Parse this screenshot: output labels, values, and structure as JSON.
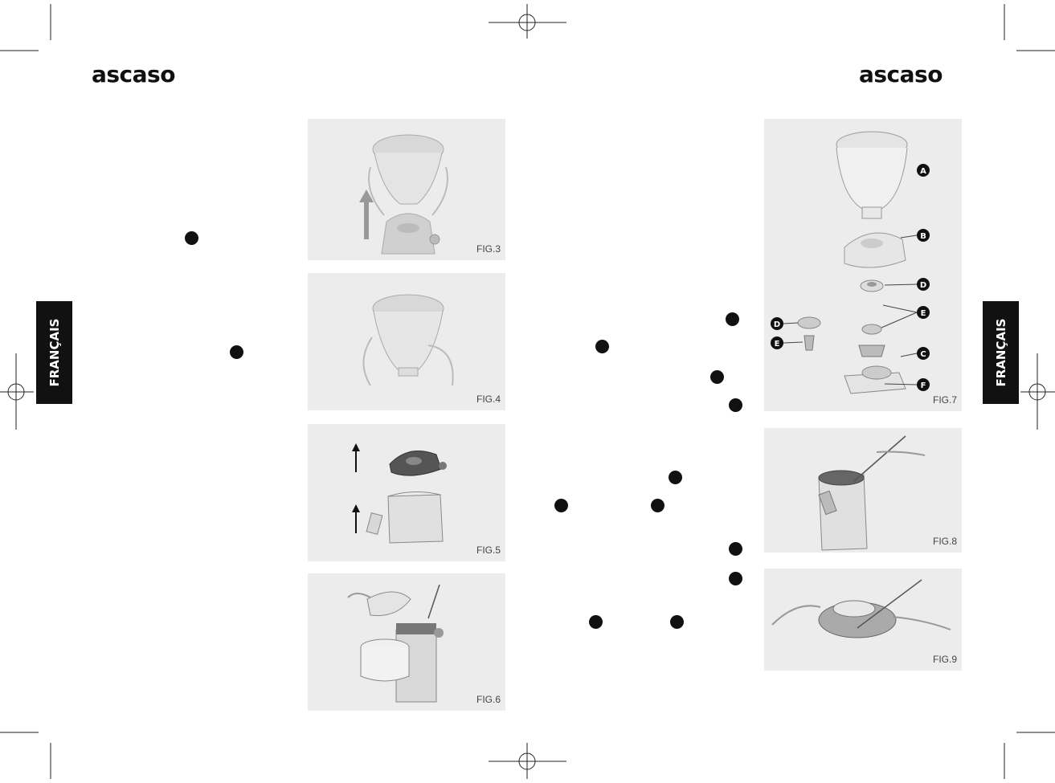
{
  "brand": {
    "left": "ascaso",
    "right": "ascaso"
  },
  "language_tab": {
    "left": "FRANÇAIS",
    "right": "FRANÇAIS"
  },
  "figures": {
    "fig3": "FIG.3",
    "fig4": "FIG.4",
    "fig5": "FIG.5",
    "fig6": "FIG.6",
    "fig7": "FIG.7",
    "fig8": "FIG.8",
    "fig9": "FIG.9"
  },
  "fig7_callouts": {
    "a": "A",
    "b": "B",
    "c": "C",
    "d": "D",
    "e": "E",
    "f": "F",
    "d2": "D",
    "e2": "E"
  }
}
